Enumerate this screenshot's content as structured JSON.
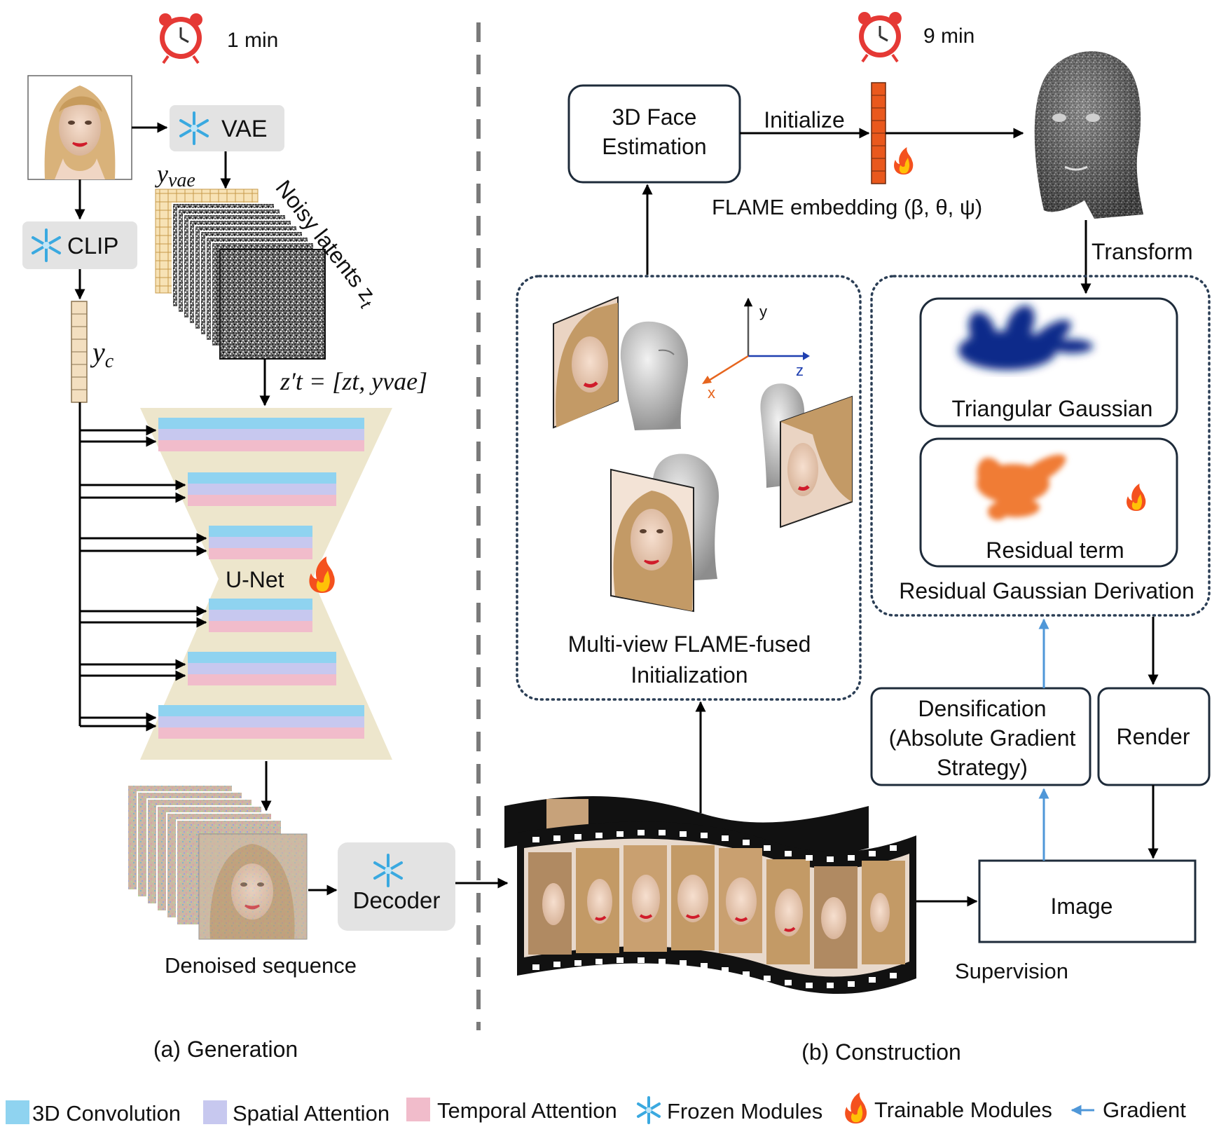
{
  "generation": {
    "time_label": "1 min",
    "vae_label": "VAE",
    "clip_label": "CLIP",
    "y_vae_label": "y",
    "y_vae_sub": "vae",
    "noisy_latents_label": "Noisy latents z",
    "noisy_latents_sub": "t",
    "y_c_label": "y",
    "y_c_sub": "c",
    "concat_label": "z′t = [zt, yvae]",
    "unet_label": "U-Net",
    "decoder_label": "Decoder",
    "denoised_label": "Denoised sequence",
    "caption": "(a) Generation"
  },
  "construction": {
    "time_label": "9 min",
    "face_estimation_line1": "3D Face",
    "face_estimation_line2": "Estimation",
    "initialize_label": "Initialize",
    "flame_label": "FLAME embedding (β, θ, ψ)",
    "transform_label": "Transform",
    "triangular_label": "Triangular Gaussian",
    "residual_label": "Residual term",
    "residual_derivation_label": "Residual Gaussian Derivation",
    "multiview_line1": "Multi-view FLAME-fused",
    "multiview_line2": "Initialization",
    "axis_x": "x",
    "axis_y": "y",
    "axis_z": "z",
    "densification_line1": "Densification",
    "densification_line2": "(Absolute Gradient",
    "densification_line3": "Strategy)",
    "render_label": "Render",
    "image_label": "Image",
    "supervision_label": "Supervision",
    "caption": "(b) Construction"
  },
  "legend": [
    {
      "label": "3D Convolution",
      "color": "#8fd3f0",
      "kind": "swatch"
    },
    {
      "label": "Spatial Attention",
      "color": "#c7c8ef",
      "kind": "swatch"
    },
    {
      "label": "Temporal Attention",
      "color": "#f1bccb",
      "kind": "swatch"
    },
    {
      "label": "Frozen Modules",
      "icon": "snowflake-icon",
      "kind": "icon"
    },
    {
      "label": "Trainable Modules",
      "icon": "fire-icon",
      "kind": "icon"
    },
    {
      "label": "Gradient",
      "color": "#4f97d8",
      "kind": "arrow"
    }
  ],
  "colors": {
    "unet_bg": "#ede6cc",
    "conv": "#8fd3f0",
    "spatial": "#c7c8ef",
    "temporal": "#f1bccb",
    "triangular_gaussian": "#0d2a8a",
    "residual_term": "#f07b34",
    "flame_embedding": "#e9581d",
    "axis_x": "#e6651e",
    "axis_z": "#1f3fb0"
  }
}
